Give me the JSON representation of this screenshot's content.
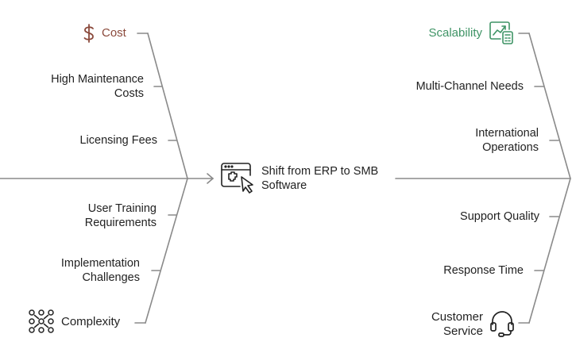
{
  "center": {
    "line1": "Shift from ERP to SMB",
    "line2": "Software",
    "icon": "browser-cursor-icon"
  },
  "left_top": {
    "category": {
      "label": "Cost",
      "icon": "dollar-icon",
      "color": "#8b4a3c"
    },
    "items": [
      {
        "line1": "High Maintenance",
        "line2": "Costs"
      },
      {
        "line1": "Licensing Fees"
      }
    ]
  },
  "left_bottom": {
    "category": {
      "label": "Complexity",
      "icon": "dot-grid-icon",
      "color": "#222222"
    },
    "items": [
      {
        "line1": "User Training",
        "line2": "Requirements"
      },
      {
        "line1": "Implementation",
        "line2": "Challenges"
      }
    ]
  },
  "right_top": {
    "category": {
      "label": "Scalability",
      "icon": "growth-chart-icon",
      "color": "#3f9466"
    },
    "items": [
      {
        "line1": "Multi-Channel Needs"
      },
      {
        "line1": "International",
        "line2": "Operations"
      }
    ]
  },
  "right_bottom": {
    "category": {
      "label": "Customer",
      "label2": "Service",
      "icon": "headset-icon",
      "color": "#222222"
    },
    "items": [
      {
        "line1": "Support Quality"
      },
      {
        "line1": "Response Time"
      }
    ]
  },
  "colors": {
    "line": "#8a8a8a",
    "text": "#222222"
  }
}
